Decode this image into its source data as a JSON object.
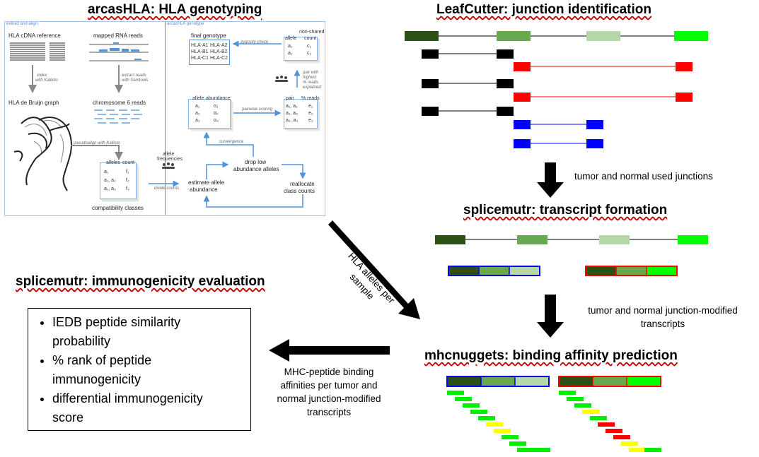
{
  "arcas": {
    "title": "arcasHLA: HLA genotyping",
    "left_panel_label": "extract and align",
    "right_panel_label": "arcasHLA genotype",
    "cdna_reference": "HLA cDNA reference",
    "mapped_rna_reads": "mapped RNA reads",
    "index_note": [
      "index",
      "with Kallisto"
    ],
    "extract_note": [
      "extract reads",
      "with Samtools"
    ],
    "de_bruijn": "HLA de Bruijn graph",
    "chr6_reads": "chromosome 6 reads",
    "pseudoalign_note": "pseudoalign with Kallisto",
    "compat_headers": [
      "alleles",
      "count"
    ],
    "compat_rows": [
      [
        "a₁",
        "f₁"
      ],
      [
        "a₁, a₂",
        "f₂"
      ],
      [
        "a₁, a₃",
        "f₃"
      ]
    ],
    "compat_label": "compatibility classes",
    "allele_freq": [
      "allele",
      "frequencies"
    ],
    "divide_counts": "divide counts",
    "estimate": [
      "estimate allele",
      "abundance"
    ],
    "drop_low": [
      "drop low",
      "abundance alleles"
    ],
    "convergence": "convergence",
    "reallocate": [
      "reallocate",
      "class counts"
    ],
    "abund_headers": [
      "allele",
      "abundance"
    ],
    "abund_rows": [
      [
        "a₁",
        "α₁"
      ],
      [
        "a₂",
        "α₂"
      ],
      [
        "a₃",
        "α₃"
      ]
    ],
    "pairwise": "pairwise scoring",
    "pair_headers": [
      "pair",
      "% reads"
    ],
    "pair_rows": [
      [
        "a₁, a₂",
        "e₁"
      ],
      [
        "a₁, a₃",
        "e₂"
      ],
      [
        "a₂, a₃",
        "e₃"
      ]
    ],
    "pair_highest": [
      "pair with",
      "highest",
      "% reads",
      "explained"
    ],
    "final_genotype": "final genotype",
    "genotype_rows": [
      [
        "HLA-A1",
        "HLA-A2"
      ],
      [
        "HLA-B1",
        "HLA-B2"
      ],
      [
        "HLA-C1",
        "HLA-C2"
      ]
    ],
    "zygosity": "zygosity check",
    "nonshared_headers": [
      "allele",
      "non-shared",
      "count"
    ],
    "nonshared_rows": [
      [
        "a₁",
        "c₁"
      ],
      [
        "a₂",
        "c₂"
      ]
    ]
  },
  "leafcutter": {
    "title": "LeafCutter: junction identification",
    "colors": [
      "#2d5016",
      "#6aa84f",
      "#b6d7a8",
      "#00ff00"
    ],
    "junction_colors": {
      "black": "#000000",
      "red": "#ff0000",
      "blue": "#0000ff"
    }
  },
  "arrow1_caption": "tumor and normal used junctions",
  "splicemutr_transcript": {
    "title": "splicemutr: transcript formation"
  },
  "arrow2_caption": [
    "tumor and normal junction-modified",
    "transcripts"
  ],
  "mhcnuggets": {
    "title": "mhcnuggets: binding affinity prediction"
  },
  "hla_caption": [
    "HLA alleles per",
    "sample"
  ],
  "mhc_caption": [
    "MHC-peptide binding",
    "affinities per tumor and",
    "normal junction-modified",
    "transcripts"
  ],
  "immuno": {
    "title": "splicemutr: immunogenicity evaluation",
    "bullets": [
      [
        "IEDB peptide similarity",
        "probability"
      ],
      [
        "% rank of peptide",
        "immunogenicity"
      ],
      [
        "differential immunogenicity",
        "score"
      ]
    ]
  },
  "peptide_colors": {
    "green": "#00ee00",
    "yellow": "#ffff00",
    "red": "#ff0000"
  }
}
